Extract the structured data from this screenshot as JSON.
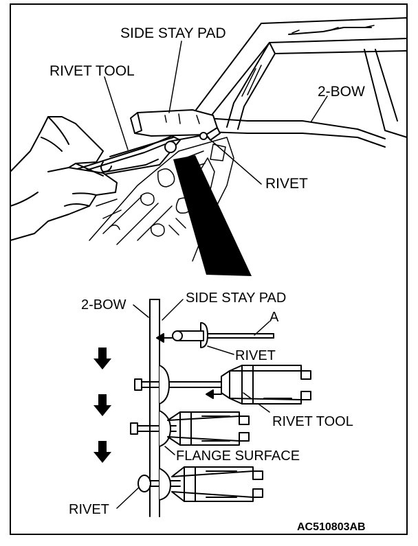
{
  "top_view": {
    "label_side_stay_pad": "SIDE STAY PAD",
    "label_rivet_tool": "RIVET TOOL",
    "label_2_bow": "2-BOW",
    "label_rivet": "RIVET"
  },
  "detail_view": {
    "label_2_bow": "2-BOW",
    "label_side_stay_pad": "SIDE STAY PAD",
    "label_a": "A",
    "label_rivet": "RIVET",
    "label_rivet_tool": "RIVET TOOL",
    "label_flange_surface": "FLANGE SURFACE",
    "label_rivet_bottom": "RIVET"
  },
  "figure_code": "AC510803AB"
}
